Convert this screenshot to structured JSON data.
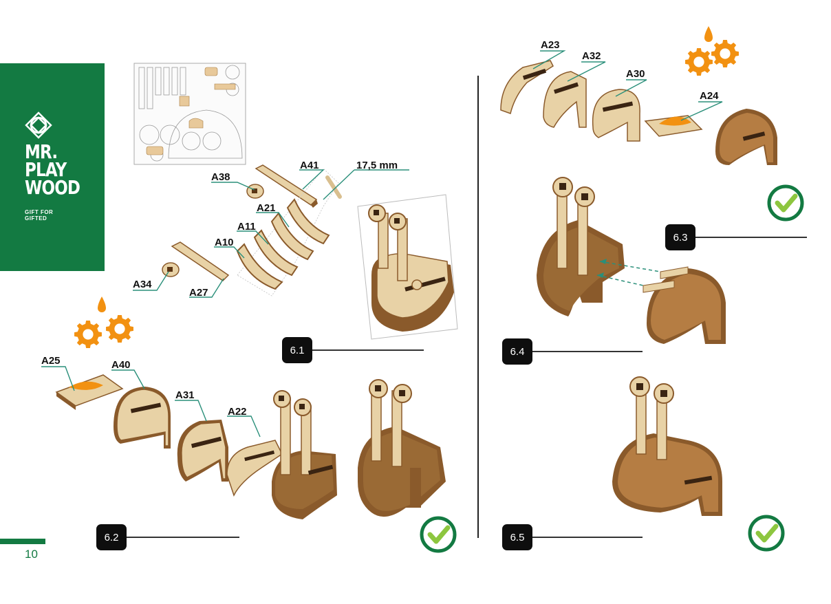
{
  "brand": {
    "line1": "MR.",
    "line2": "PLAY",
    "line3": "WOOD",
    "tag_line1": "GIFT FOR",
    "tag_line2": "GIFTED",
    "color": "#137a42"
  },
  "page_number": "10",
  "colors": {
    "accent_green": "#137a42",
    "wood_light": "#e8d2a6",
    "wood_dark": "#8a5a2b",
    "leader": "#2a8f7a",
    "oil_orange": "#f29111"
  },
  "steps": [
    "6.1",
    "6.2",
    "6.3",
    "6.4",
    "6.5"
  ],
  "parts": {
    "a38": "A38",
    "a41": "A41",
    "dim": "17,5 mm",
    "a21": "A21",
    "a11": "A11",
    "a10": "A10",
    "a34": "A34",
    "a27": "A27",
    "a25": "A25",
    "a40": "A40",
    "a31": "A31",
    "a22": "A22",
    "a23": "A23",
    "a32": "A32",
    "a30": "A30",
    "a24": "A24"
  },
  "icons": [
    "brand-logo-icon",
    "oil-gears-icon",
    "checkmark-icon"
  ]
}
